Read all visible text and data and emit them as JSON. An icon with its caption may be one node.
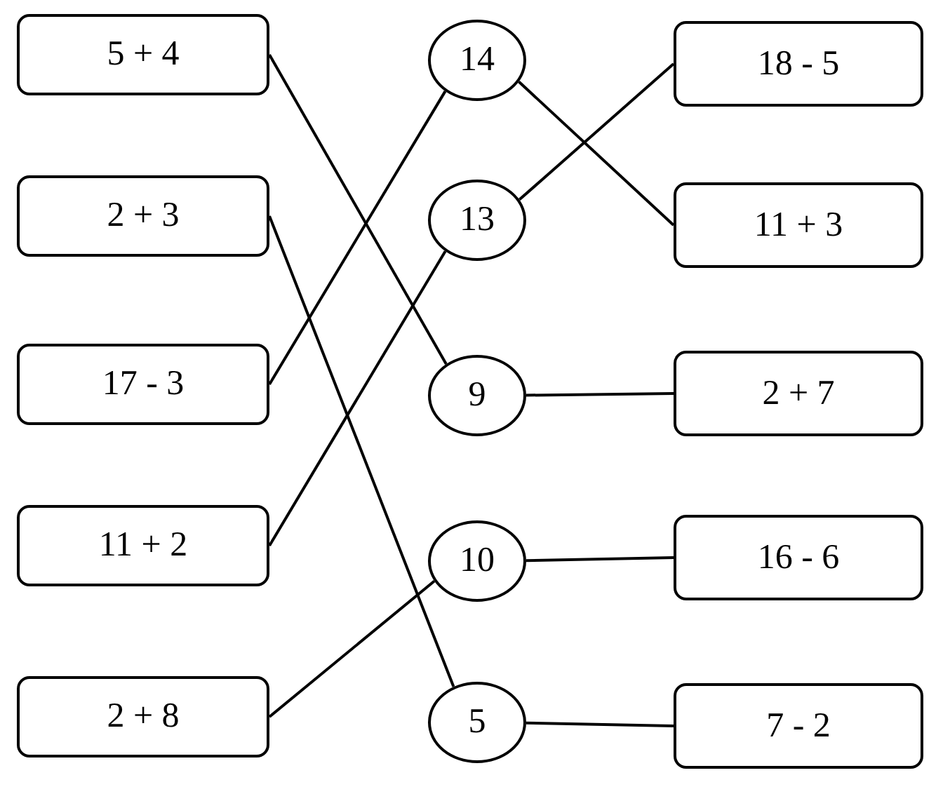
{
  "diagram": {
    "nodes": [
      {
        "text": [
          "5 + 4"
        ]
      },
      {
        "text": [
          "2 + 3"
        ]
      },
      {
        "text": [
          "17 - 3"
        ]
      },
      {
        "text": [
          "11 + 2"
        ]
      },
      {
        "text": [
          "2 + 8"
        ]
      },
      {
        "text": [
          "14"
        ]
      },
      {
        "text": [
          "13"
        ]
      },
      {
        "text": [
          "9"
        ]
      },
      {
        "text": [
          "10"
        ]
      },
      {
        "text": [
          "5"
        ]
      },
      {
        "text": [
          "18 - 5"
        ]
      },
      {
        "text": [
          "11 + 3"
        ]
      },
      {
        "text": [
          "2 + 7"
        ]
      },
      {
        "text": [
          "16 - 6"
        ]
      },
      {
        "text": [
          "7 - 2"
        ]
      }
    ],
    "edges": [
      {
        "from": 0,
        "to": 7,
        "arrow": "none"
      },
      {
        "from": 1,
        "to": 9,
        "arrow": "none"
      },
      {
        "from": 2,
        "to": 5,
        "arrow": "none"
      },
      {
        "from": 3,
        "to": 6,
        "arrow": "none"
      },
      {
        "from": 4,
        "to": 8,
        "arrow": "none"
      },
      {
        "from": 5,
        "to": 11,
        "arrow": "none"
      },
      {
        "from": 6,
        "to": 10,
        "arrow": "none"
      },
      {
        "from": 7,
        "to": 12,
        "arrow": "none"
      },
      {
        "from": 8,
        "to": 13,
        "arrow": "none"
      },
      {
        "from": 9,
        "to": 14,
        "arrow": "none"
      }
    ]
  }
}
